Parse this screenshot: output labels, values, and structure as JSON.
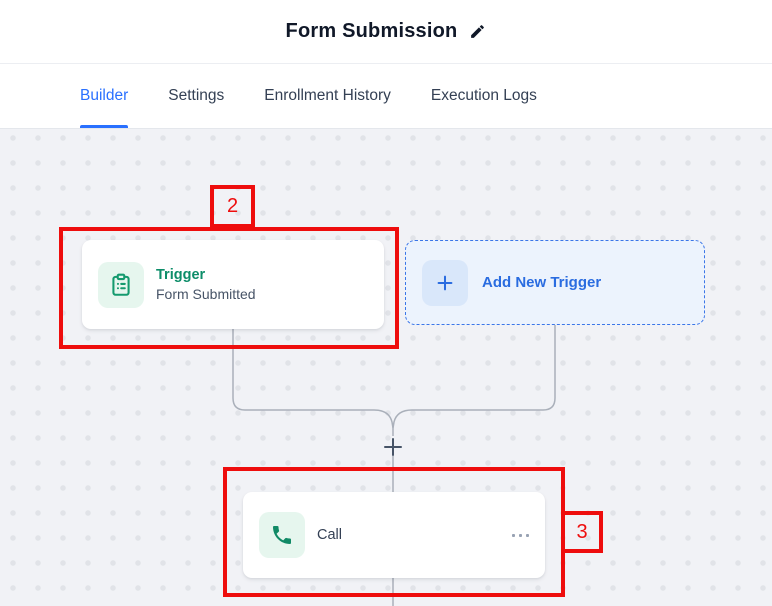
{
  "header": {
    "title": "Form Submission",
    "edit_icon": "pencil-icon"
  },
  "tabs": [
    {
      "label": "Builder",
      "active": true
    },
    {
      "label": "Settings",
      "active": false
    },
    {
      "label": "Enrollment History",
      "active": false
    },
    {
      "label": "Execution Logs",
      "active": false
    }
  ],
  "canvas": {
    "trigger_card": {
      "title": "Trigger",
      "subtitle": "Form Submitted",
      "icon": "clipboard-list-icon"
    },
    "add_trigger": {
      "label": "Add New Trigger",
      "icon": "plus-icon"
    },
    "merge_connector": {
      "plus_icon": "add-step-plus-icon"
    },
    "call_card": {
      "label": "Call",
      "icon": "phone-icon",
      "menu_icon": "ellipsis-icon"
    },
    "annotations": [
      {
        "label": "2",
        "target": "trigger-card"
      },
      {
        "label": "3",
        "target": "call-card"
      }
    ]
  },
  "colors": {
    "accent_blue": "#2970ff",
    "node_green": "#149a6e",
    "annotation_red": "#ee0d0d",
    "canvas_bg": "#f1f2f6",
    "wire_gray": "#aab0ba"
  }
}
